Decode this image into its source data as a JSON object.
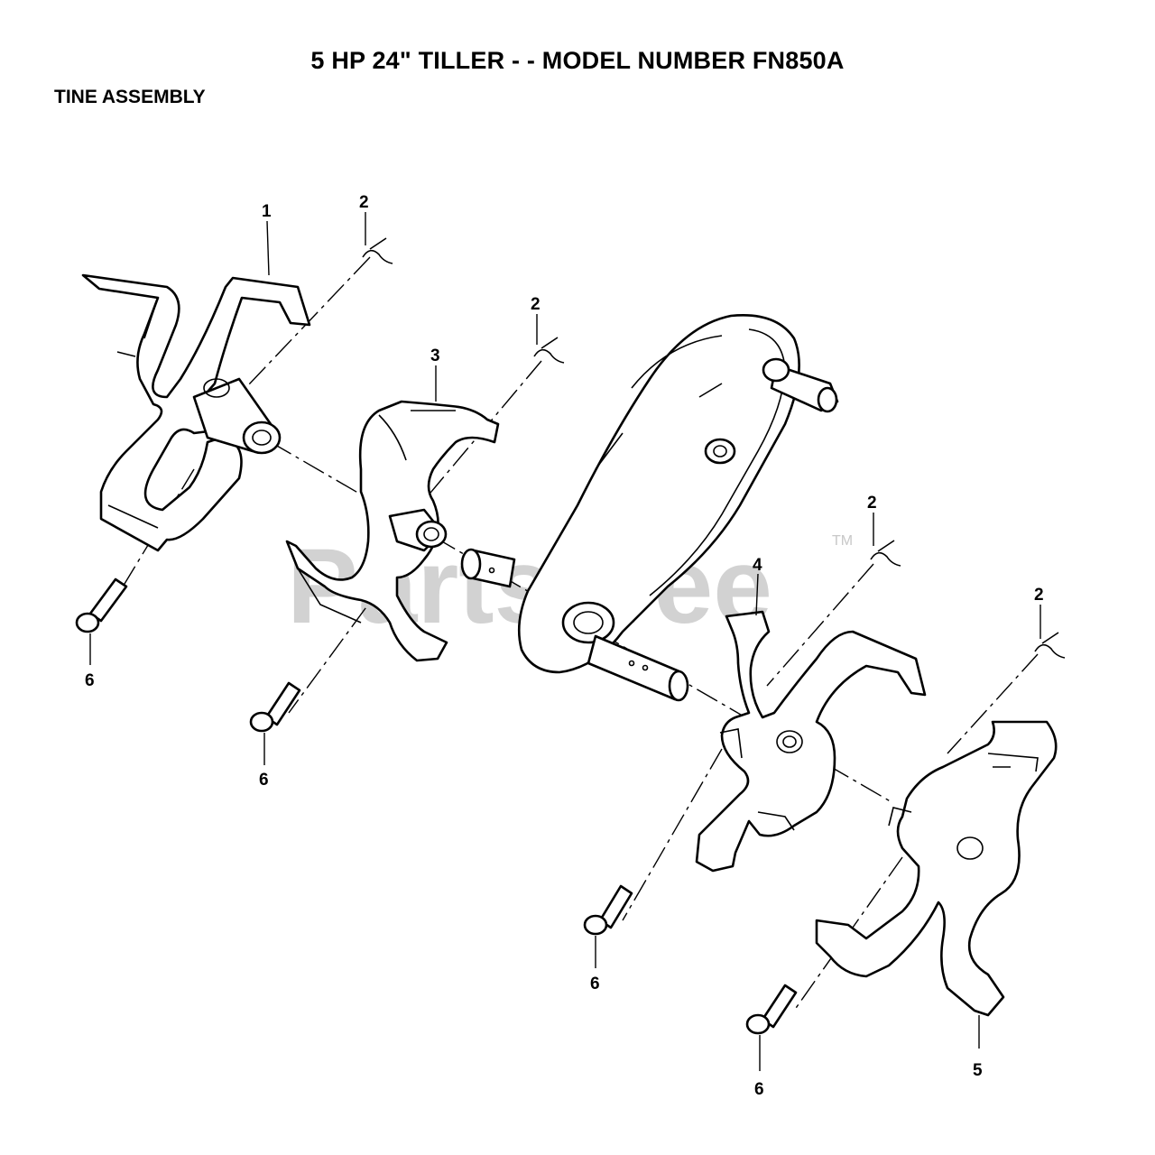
{
  "header": {
    "title": "5 HP 24\" TILLER - - MODEL NUMBER FN850A",
    "subtitle": "TINE ASSEMBLY"
  },
  "watermark": {
    "text": "PartsTree",
    "tm": "TM"
  },
  "callouts": {
    "c1": "1",
    "c2a": "2",
    "c2b": "2",
    "c2c": "2",
    "c2d": "2",
    "c3": "3",
    "c4": "4",
    "c5": "5",
    "c6a": "6",
    "c6b": "6",
    "c6c": "6",
    "c6d": "6"
  }
}
